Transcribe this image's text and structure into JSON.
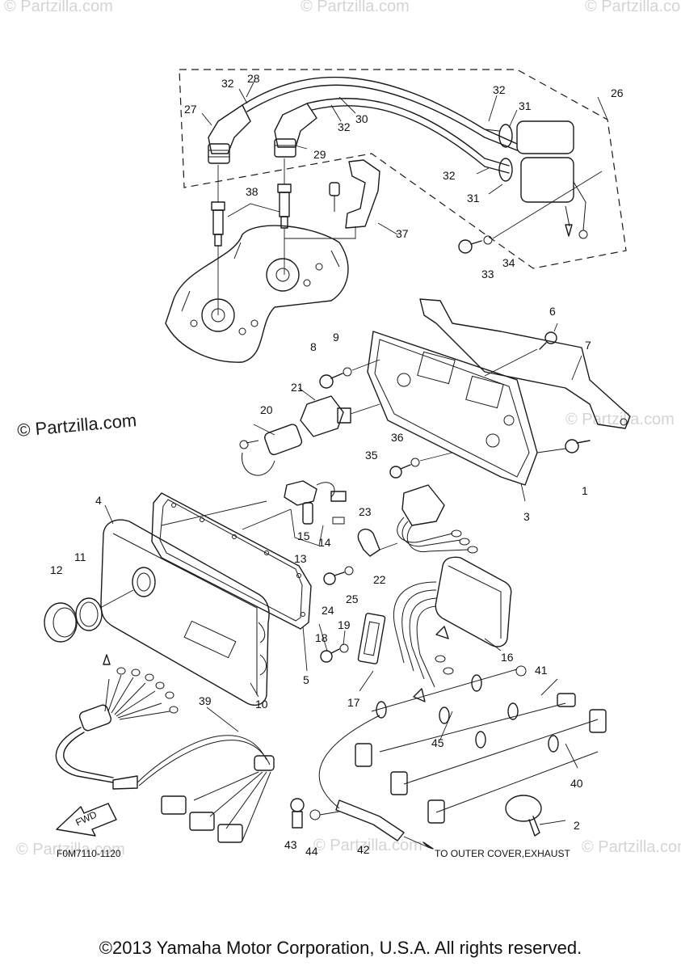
{
  "watermark": {
    "text": "© Partzilla.com",
    "strong_text": "© Partzilla.com"
  },
  "diagram_code": "F0M7110-1120",
  "fwd_label": "FWD",
  "note_outer_cover": "TO OUTER COVER,EXHAUST",
  "callouts": [
    "1",
    "2",
    "3",
    "4",
    "5",
    "6",
    "7",
    "8",
    "9",
    "10",
    "11",
    "12",
    "13",
    "14",
    "15",
    "16",
    "17",
    "18",
    "19",
    "20",
    "21",
    "22",
    "23",
    "24",
    "25",
    "26",
    "27",
    "28",
    "29",
    "30",
    "31",
    "31",
    "32",
    "32",
    "32",
    "32",
    "33",
    "34",
    "35",
    "36",
    "37",
    "38",
    "39",
    "40",
    "41",
    "42",
    "43",
    "44",
    "45"
  ],
  "copyright": "©2013 Yamaha Motor Corporation, U.S.A. All rights reserved."
}
